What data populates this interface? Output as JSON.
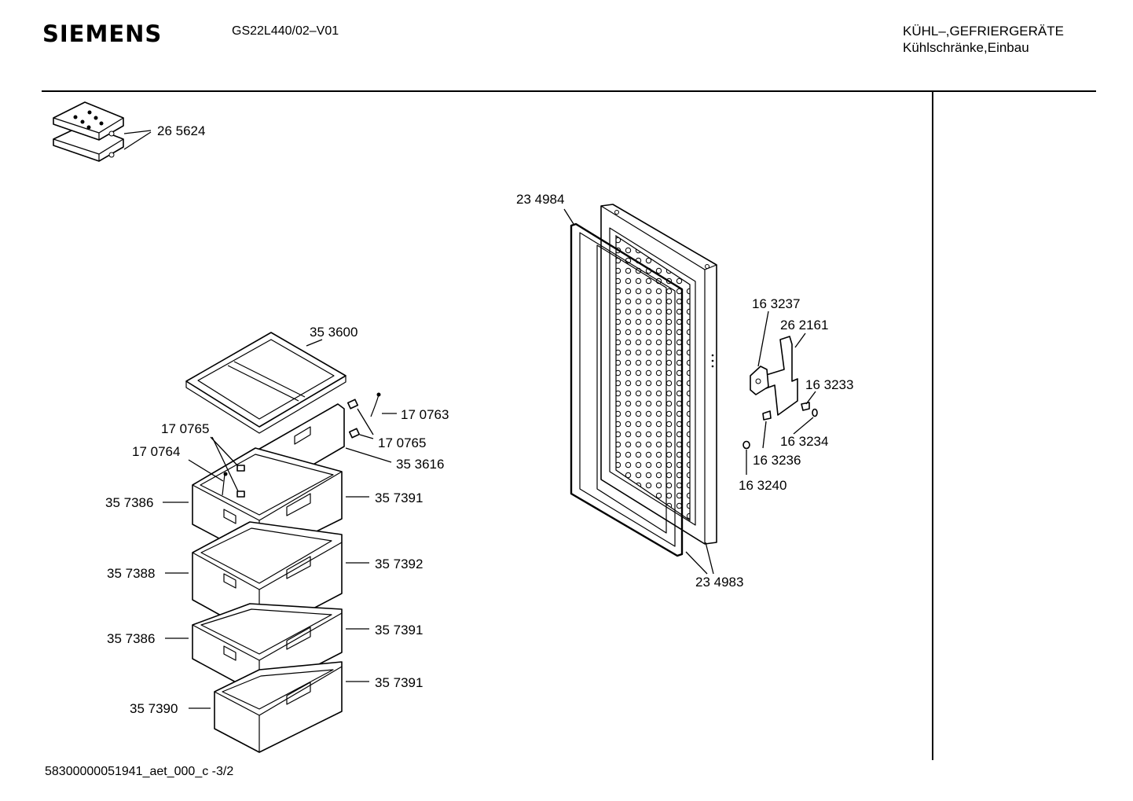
{
  "header": {
    "brand": "SIEMENS",
    "model": "GS22L440/02–V01",
    "category_line1": "KÜHL–,GEFRIERGERÄTE",
    "category_line2": "Kühlschränke,Einbau"
  },
  "footer": {
    "document_id": "58300000051941_aet_000_c  -3/2"
  },
  "part_labels": {
    "p265624": "26 5624",
    "p353600": "35 3600",
    "p170763": "17 0763",
    "p170765a": "17 0765",
    "p170765b": "17 0765",
    "p170764": "17 0764",
    "p353616": "35 3616",
    "p357386a": "35 7386",
    "p357391a": "35 7391",
    "p357388": "35 7388",
    "p357392": "35 7392",
    "p357386b": "35 7386",
    "p357391b": "35 7391",
    "p357390": "35 7390",
    "p357391c": "35 7391",
    "p234984": "23 4984",
    "p234983": "23 4983",
    "p163237": "16 3237",
    "p262161": "26 2161",
    "p163233": "16 3233",
    "p163234": "16 3234",
    "p163236": "16 3236",
    "p163240": "16 3240"
  }
}
